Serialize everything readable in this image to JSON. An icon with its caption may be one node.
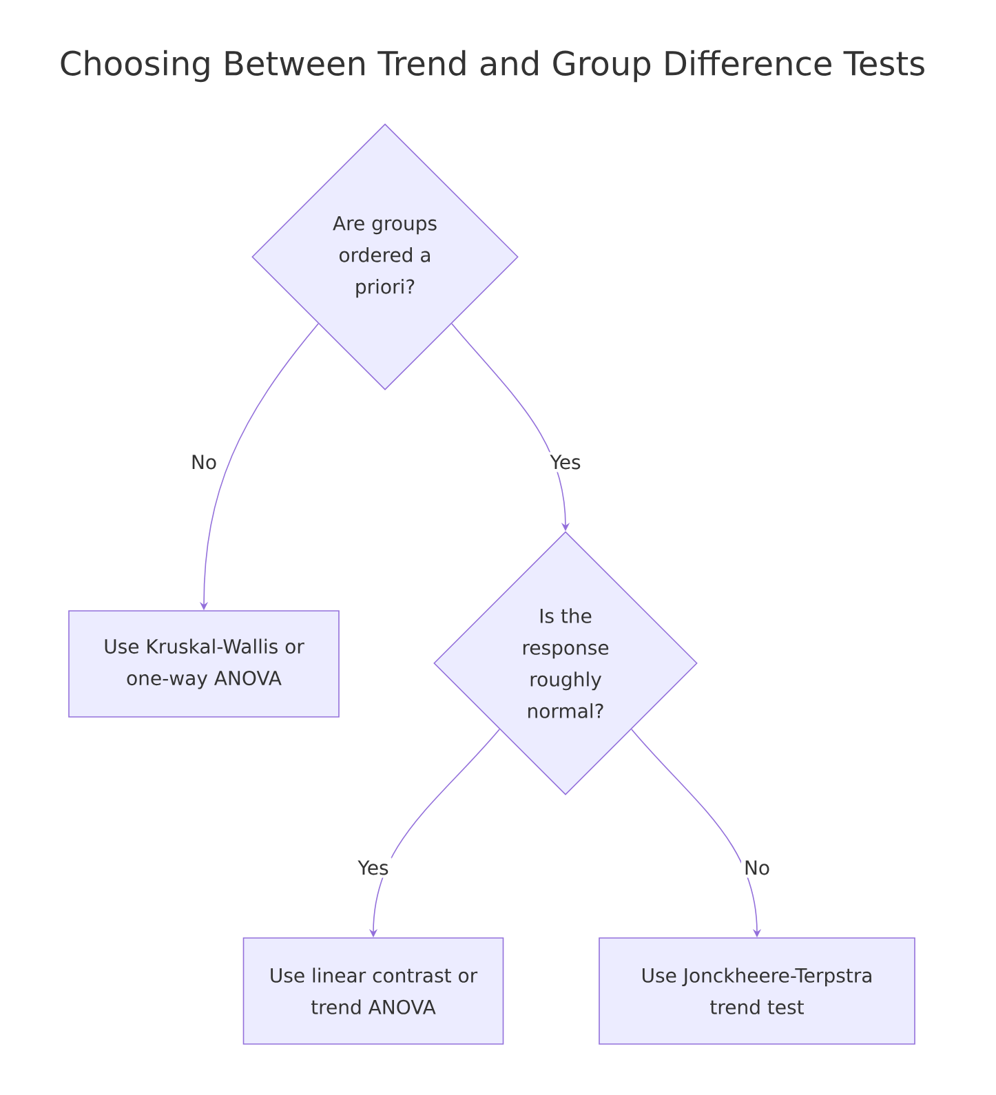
{
  "diagram": {
    "title": "Choosing Between Trend and Group Difference Tests",
    "nodes": [
      {
        "text": [
          "Are groups ordered a priori?"
        ]
      },
      {
        "text": [
          "Use Kruskal-Wallis or one-way ANOVA"
        ]
      },
      {
        "text": [
          "Is the response roughly normal?"
        ]
      },
      {
        "text": [
          "Use linear contrast or trend ANOVA"
        ]
      },
      {
        "text": [
          "Use Jonckheere-Terpstra trend test"
        ]
      }
    ],
    "edges": [
      {
        "from": 0,
        "to": 1,
        "arrow": "to",
        "label": "No"
      },
      {
        "from": 0,
        "to": 2,
        "arrow": "to",
        "label": "Yes"
      },
      {
        "from": 2,
        "to": 3,
        "arrow": "to",
        "label": "Yes"
      },
      {
        "from": 2,
        "to": 4,
        "arrow": "to",
        "label": "No"
      }
    ]
  }
}
